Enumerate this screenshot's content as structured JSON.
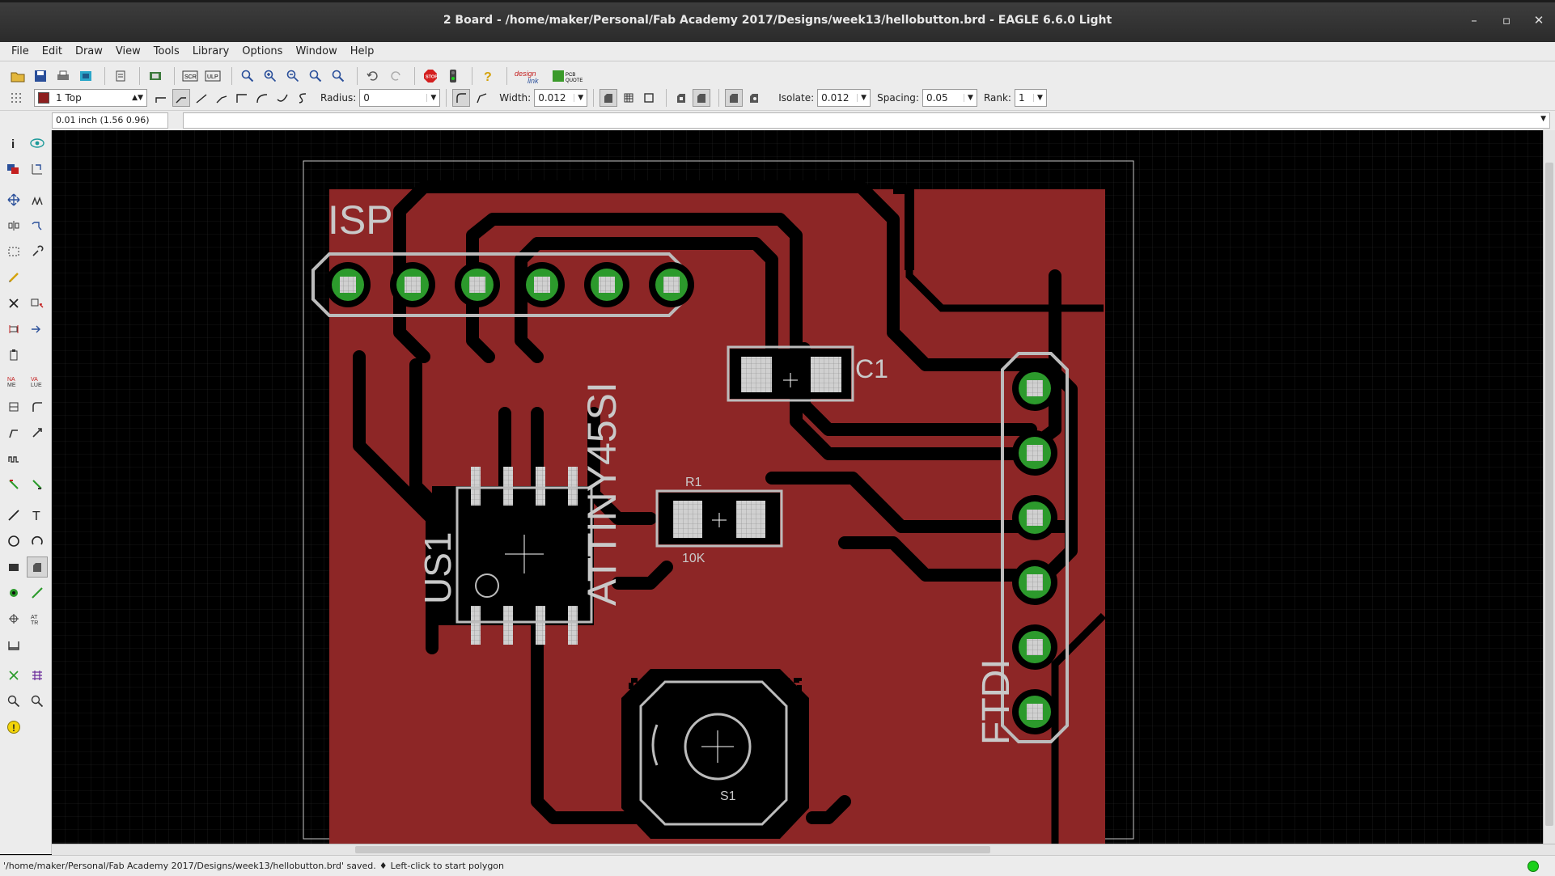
{
  "window": {
    "title": "2 Board - /home/maker/Personal/Fab Academy 2017/Designs/week13/hellobutton.brd - EAGLE 6.6.0 Light"
  },
  "menu": [
    "File",
    "Edit",
    "Draw",
    "View",
    "Tools",
    "Library",
    "Options",
    "Window",
    "Help"
  ],
  "toolbar": {
    "layer": "1 Top",
    "radius_label": "Radius:",
    "radius_value": "0",
    "width_label": "Width:",
    "width_value": "0.012",
    "isolate_label": "Isolate:",
    "isolate_value": "0.012",
    "spacing_label": "Spacing:",
    "spacing_value": "0.05",
    "rank_label": "Rank:",
    "rank_value": "1"
  },
  "coordinate": "0.01 inch (1.56 0.96)",
  "command": "",
  "board": {
    "labels": {
      "isp": "ISP",
      "attiny": "ATTINY45SI",
      "us1": "US1",
      "c1": "C1",
      "r1": "R1",
      "r1_value": "10K",
      "s1": "S1",
      "ftdi": "FTDI"
    },
    "colors": {
      "copper": "#8d2626",
      "pad_ring": "#2c9a2c",
      "silk": "#bcbcbc"
    }
  },
  "status": {
    "message": "'/home/maker/Personal/Fab Academy 2017/Designs/week13/hellobutton.brd' saved.",
    "hint": "Left-click to start polygon"
  }
}
